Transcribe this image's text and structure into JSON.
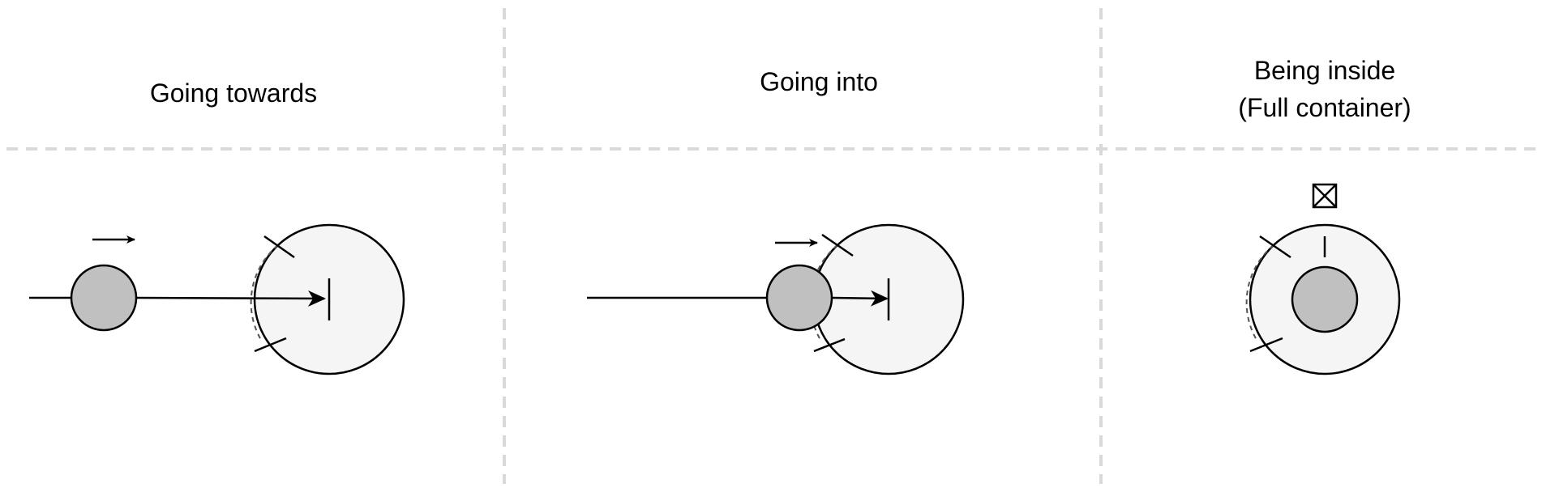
{
  "panels": [
    {
      "title_lines": [
        "Going towards"
      ]
    },
    {
      "title_lines": [
        "Going into"
      ]
    },
    {
      "title_lines": [
        "Being inside",
        "(Full container)"
      ]
    }
  ],
  "icons": {
    "motion_arrow": "right-arrow-icon",
    "full_marker": "boxed-x-icon"
  },
  "colors": {
    "divider": "#d9d9d9",
    "container_fill": "#f5f5f5",
    "object_fill": "#c0c0c0",
    "stroke": "#000000",
    "boundary_dashed": "#555555"
  }
}
